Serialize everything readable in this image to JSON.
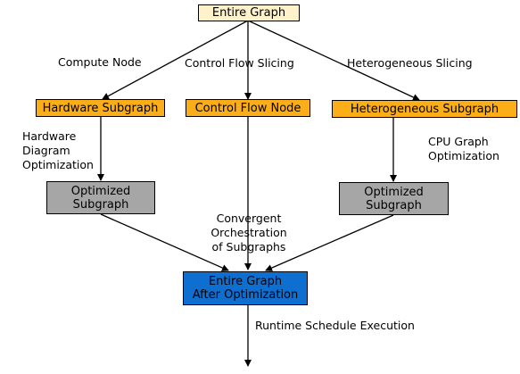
{
  "nodes": {
    "entire_graph": "Entire Graph",
    "hardware_subgraph": "Hardware Subgraph",
    "control_flow_node": "Control Flow Node",
    "heterogeneous_subgraph": "Heterogeneous Subgraph",
    "optimized_left": [
      "Optimized",
      "Subgraph"
    ],
    "optimized_right": [
      "Optimized",
      "Subgraph"
    ],
    "entire_after": [
      "Entire Graph",
      "After Optimization"
    ]
  },
  "edge_labels": {
    "compute_node": "Compute Node",
    "control_flow_slicing": "Control Flow Slicing",
    "heterogeneous_slicing": "Heterogeneous Slicing",
    "hardware_diagram_optimization": [
      "Hardware",
      "Diagram",
      "Optimization"
    ],
    "cpu_graph_optimization": [
      "CPU Graph",
      "Optimization"
    ],
    "convergent_orchestration": [
      "Convergent",
      "Orchestration",
      "of Subgraphs"
    ],
    "runtime_schedule_execution": "Runtime Schedule Execution"
  },
  "colors": {
    "top_node": "#fdf2cc",
    "slice_node": "#fbae17",
    "optimized_node": "#a6a6a6",
    "final_node": "#0f6fd0",
    "edge": "#000000"
  }
}
